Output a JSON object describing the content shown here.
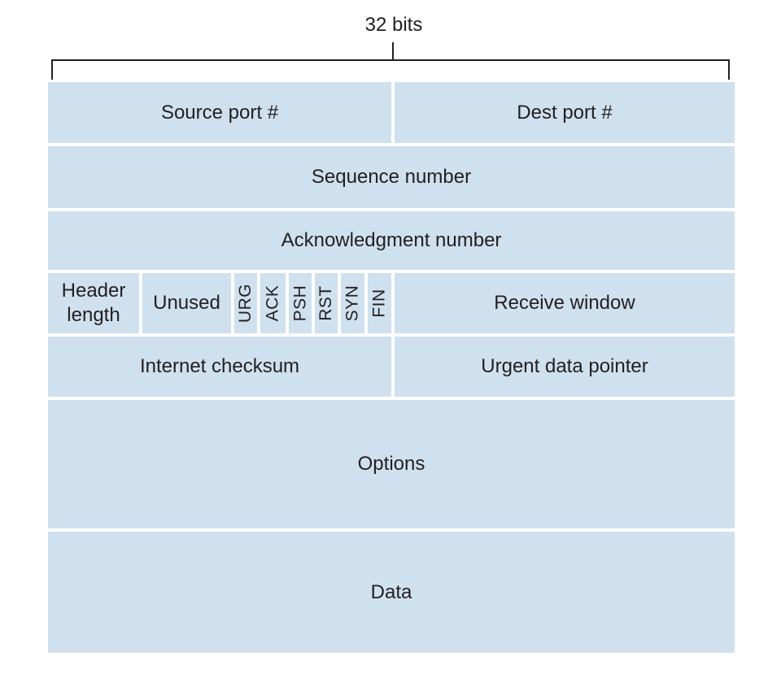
{
  "width_label": "32 bits",
  "rows": {
    "source_port": "Source port #",
    "dest_port": "Dest port #",
    "sequence_number": "Sequence number",
    "acknowledgment_number": "Acknowledgment number",
    "header_length": "Header length",
    "unused": "Unused",
    "flags": [
      "URG",
      "ACK",
      "PSH",
      "RST",
      "SYN",
      "FIN"
    ],
    "receive_window": "Receive window",
    "internet_checksum": "Internet checksum",
    "urgent_data_pointer": "Urgent data pointer",
    "options": "Options",
    "data": "Data"
  },
  "colors": {
    "field_fill": "#cfe0ee",
    "separator": "#ffffff",
    "line": "#231f20"
  }
}
